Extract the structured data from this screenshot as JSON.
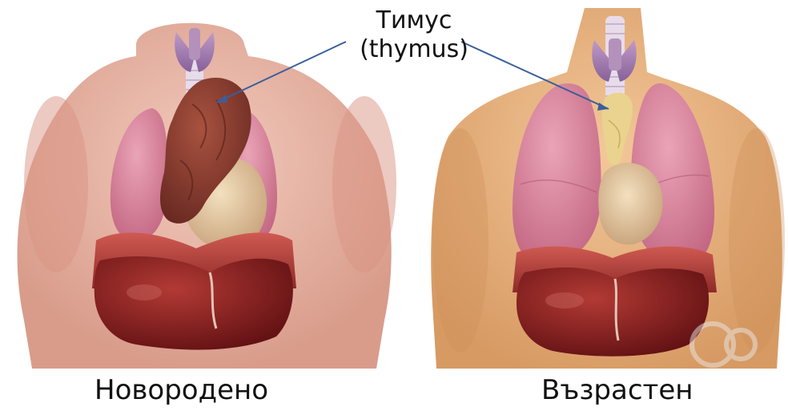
{
  "labels": {
    "thymus_line1": "Тимус",
    "thymus_line2": "(thymus)",
    "newborn": "Новородено",
    "adult": "Възрастен"
  },
  "colors": {
    "skin_newborn": "#e9b3a4",
    "skin_adult": "#e7b47c",
    "lung": "#d9849c",
    "thymus_newborn": "#8a3a2e",
    "thymus_adult": "#e8d08a",
    "heart": "#e8cfa6",
    "liver": "#8a1c1c",
    "diaphragm": "#b53a36",
    "thyroid": "#a880b0",
    "pointer_line": "#3a5f9a"
  }
}
